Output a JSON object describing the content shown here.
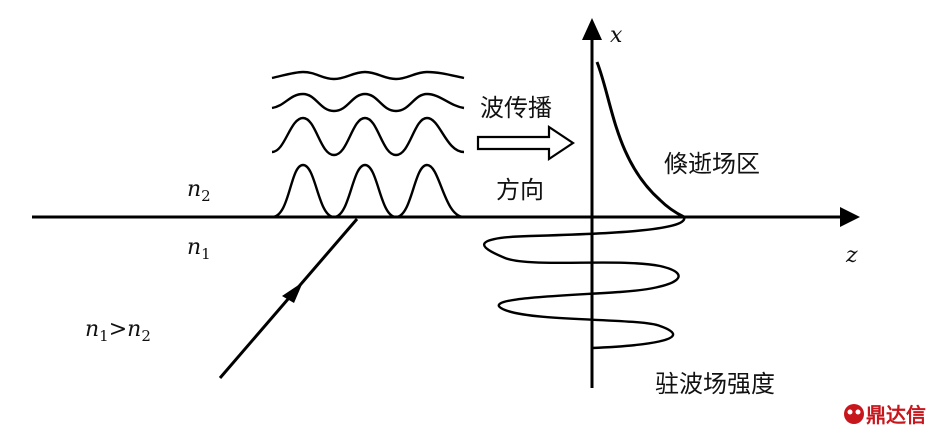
{
  "labels": {
    "x_axis": "x",
    "z_axis": "z",
    "n2_base": "n",
    "n2_sub": "2",
    "n1_base": "n",
    "n1_sub": "1",
    "cond_n1": "n",
    "cond_sub1": "1",
    "cond_gt": ">",
    "cond_n2": "n",
    "cond_sub2": "2",
    "propagation_line1": "波传播",
    "propagation_line2": "方向",
    "evanescent_region": "倏逝场区",
    "standing_wave": "驻波场强度"
  },
  "watermark": {
    "text": "鼎达信",
    "color": "#c8161d"
  },
  "colors": {
    "ink": "#000000",
    "background": "#ffffff"
  }
}
